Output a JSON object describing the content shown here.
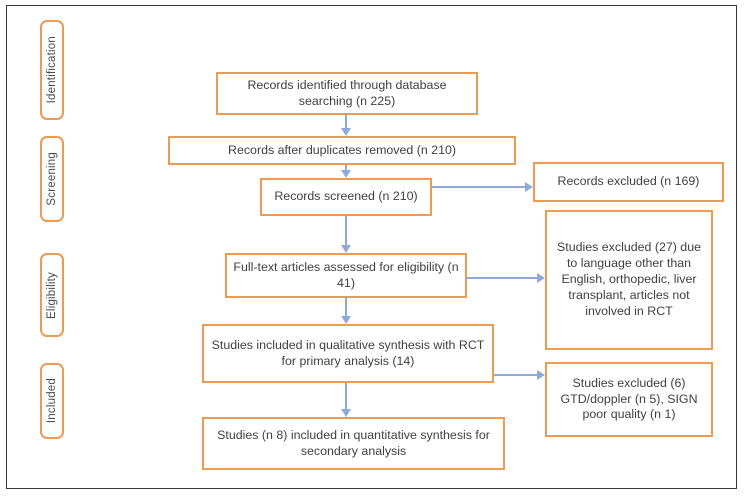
{
  "figure": {
    "type": "prisma-flow-diagram",
    "frame_color": "#3a3a3a",
    "box_border_color": "#ED9A52",
    "connector_color": "#8EAADB",
    "background": "#ffffff"
  },
  "stages": [
    {
      "label": "Identification"
    },
    {
      "label": "Screening"
    },
    {
      "label": "Eligibility"
    },
    {
      "label": "Included"
    }
  ],
  "flow": {
    "identified": "Records identified through database searching (n 225)",
    "after_duplicates": "Records after duplicates removed (n 210)",
    "screened": "Records screened (n 210)",
    "records_excluded": "Records excluded (n 169)",
    "fulltext_assessed": "Full-text articles assessed for eligibility (n 41)",
    "studies_excluded_27": "Studies excluded (27) due to language other than English, orthopedic, liver transplant, articles not involved in RCT",
    "qualitative": "Studies included in qualitative synthesis with RCT for primary analysis (14)",
    "studies_excluded_6": "Studies excluded (6) GTD/doppler (n 5), SIGN poor quality (n 1)",
    "quantitative": "Studies (n 8) included in quantitative synthesis for secondary analysis"
  },
  "counts": {
    "identified_n": 225,
    "after_duplicates_n": 210,
    "screened_n": 210,
    "records_excluded_n": 169,
    "fulltext_assessed_n": 41,
    "studies_excluded_language_n": 27,
    "qualitative_n": 14,
    "studies_excluded_secondary_n": 6,
    "gtd_doppler_n": 5,
    "sign_poor_quality_n": 1,
    "quantitative_n": 8
  }
}
